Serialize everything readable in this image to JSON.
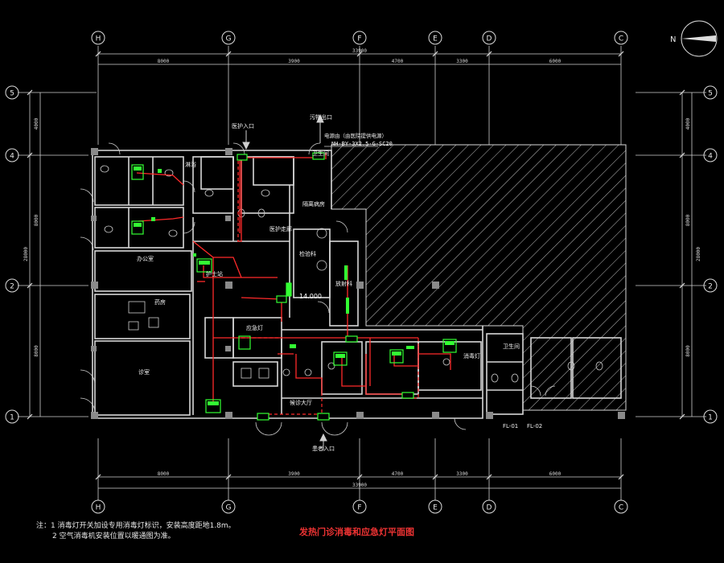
{
  "drawing_title": "发热门诊消毒和应急灯平面图",
  "notes": [
    "注：1  消毒灯开关加设专用消毒灯标识，安装高度距地1.8m。",
    "2  空气消毒机安装位置以暖通图为准。"
  ],
  "column_axes": [
    "H",
    "G",
    "F",
    "E",
    "D",
    "C"
  ],
  "row_axes": [
    "5",
    "4",
    "2",
    "1"
  ],
  "top_dims": [
    "8000",
    "3900",
    "4700",
    "3300",
    "6000"
  ],
  "top_total": "33900",
  "bottom_dims": [
    "8000",
    "3900",
    "4700",
    "3300",
    "6000"
  ],
  "bottom_total": "33900",
  "left_dims": [
    "4000",
    "8000",
    "8000"
  ],
  "left_total": "28000",
  "right_dims": [
    "4000",
    "8000",
    "8000"
  ],
  "right_total": "28000",
  "north_label": "N",
  "cable_spec_label": "电源由（由医院提供电源）",
  "cable_spec": "NH-BY-3X2.5-G-SC20",
  "labels": {
    "patient_exit": "污物出口",
    "staff_entrance_top": "医护入口",
    "patient_entrance": "患者入口",
    "level": "14.000",
    "room_office": "办公室",
    "room_treatment": "诊室",
    "room_lobby": "候诊大厅",
    "room_corridor": "医护走廊",
    "room_isolation": "隔离病房",
    "room_toilet": "卫生间",
    "room_shower": "淋浴",
    "room_lab": "检验科",
    "room_xray": "放射科",
    "room_pharmacy": "药房",
    "room_nurse": "护士站",
    "legend_lamp": "消毒灯",
    "legend_emergency": "应急灯",
    "device_tags": [
      "FL-01",
      "FL-02"
    ]
  },
  "colors": {
    "wall": "#d8d8d8",
    "axis_line": "#cfcfcf",
    "wiring": "#ff2a2a",
    "device": "#33ff33",
    "text": "#f0f0f0",
    "hatch": "#bdbdbd",
    "column": "#8a8a8a",
    "title": "#ff3333"
  }
}
